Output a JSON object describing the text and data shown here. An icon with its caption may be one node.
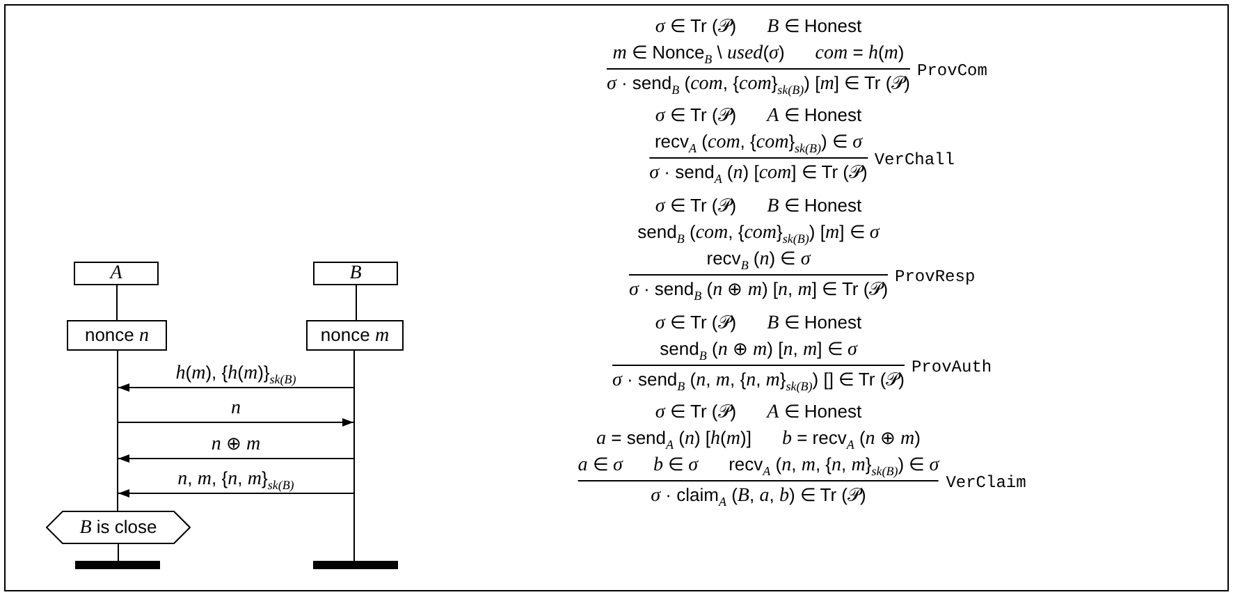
{
  "diagram": {
    "nodes": [
      {
        "text": [
          "A"
        ]
      },
      {
        "text": [
          "B"
        ]
      },
      {
        "text": [
          "nonce *n*"
        ]
      },
      {
        "text": [
          "nonce *m*"
        ]
      },
      {
        "text": [],
        "shape": "line"
      },
      {
        "text": [],
        "shape": "line"
      },
      {
        "text": [
          "*B* is close"
        ]
      },
      {
        "text": [],
        "shape": "bar"
      },
      {
        "text": [],
        "shape": "bar"
      }
    ],
    "edges": [
      {
        "from": 0,
        "to": 2,
        "arrow": "none"
      },
      {
        "from": 1,
        "to": 3,
        "arrow": "none"
      },
      {
        "from": 5,
        "to": 4,
        "arrow": "to",
        "label": "*h*(*m*), {*h*(*m*)}$_{sk(B)}$"
      },
      {
        "from": 4,
        "to": 5,
        "arrow": "to",
        "label": "*n*"
      },
      {
        "from": 5,
        "to": 4,
        "arrow": "to",
        "label": "*n* ⊕ *m*"
      },
      {
        "from": 5,
        "to": 4,
        "arrow": "to",
        "label": "*n*, *m*, {*n*, *m*}$_{sk(B)}$"
      },
      {
        "from": 6,
        "to": 7,
        "arrow": "none"
      }
    ],
    "labels": [
      "*σ* ∈ Tr (𝒫)",
      "*B* ∈ Honest",
      "*m* ∈ Nonce$_{B}$ \\ *used*(*σ*)",
      "*com* = *h*(*m*)",
      "*σ* · send$_{B}$ (*com*, {*com*}$_{sk(B)}$) [*m*] ∈ Tr (𝒫)",
      "ProvCom",
      "*σ* ∈ Tr (𝒫)",
      "*A* ∈ Honest",
      "recv$_{A}$ (*com*, {*com*}$_{sk(B)}$) ∈ *σ*",
      "*σ* · send$_{A}$ (*n*) [*com*] ∈ Tr (𝒫)",
      "VerChall",
      "*σ* ∈ Tr (𝒫)",
      "*B* ∈ Honest",
      "send$_{B}$ (*com*, {*com*}$_{sk(B)}$) [*m*] ∈ *σ*",
      "recv$_{B}$ (*n*) ∈ *σ*",
      "*σ* · send$_{B}$ (*n* ⊕ *m*) [*n*, *m*] ∈ Tr (𝒫)",
      "ProvResp",
      "*σ* ∈ Tr (𝒫)",
      "*B* ∈ Honest",
      "send$_{B}$ (*n* ⊕ *m*) [*n*, *m*] ∈ *σ*",
      "*σ* · send$_{B}$ (*n*, *m*, {*n*, *m*}$_{sk(B)}$) [] ∈ Tr (𝒫)",
      "ProvAuth",
      "*σ* ∈ Tr (𝒫)",
      "*A* ∈ Honest",
      "*a* = send$_{A}$ (*n*) [*h*(*m*)]",
      "*b* = recv$_{A}$ (*n* ⊕ *m*)",
      "*a* ∈ *σ*",
      "*b* ∈ *σ*",
      "recv$_{A}$ (*n*, *m*, {*n*, *m*}$_{sk(B)}$) ∈ *σ*",
      "*σ* · claim$_{A}$ (*B*, *a*, *b*) ∈ Tr (𝒫)",
      "VerClaim"
    ]
  }
}
